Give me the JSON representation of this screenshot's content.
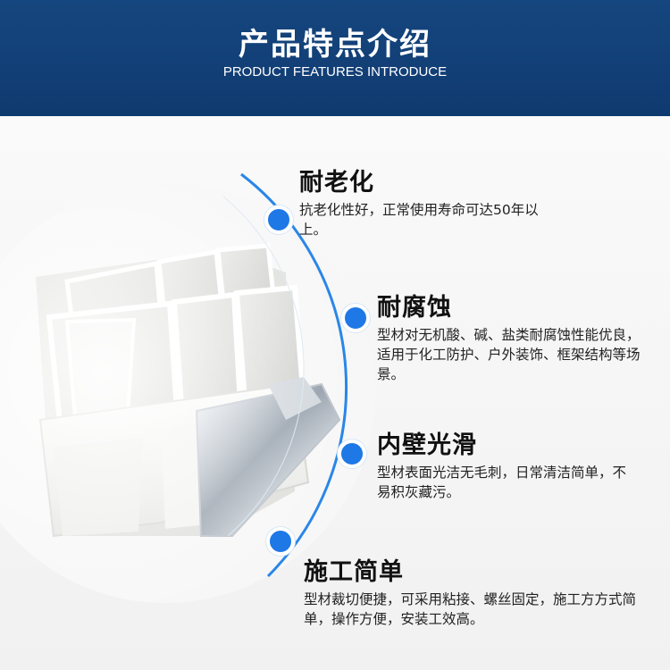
{
  "banner": {
    "title": "产品特点介绍",
    "subtitle": "PRODUCT FEATURES INTRODUCE"
  },
  "features": [
    {
      "title": "耐老化",
      "desc": "抗老化性好，正常使用寿命可达50年以上。"
    },
    {
      "title": "耐腐蚀",
      "desc": "型材对无机酸、碱、盐类耐腐蚀性能优良，适用于化工防护、户外装饰、框架结构等场景。"
    },
    {
      "title": "内壁光滑",
      "desc": "型材表面光洁无毛刺，日常清洁简单，不易积灰藏污。"
    },
    {
      "title": "施工简单",
      "desc": "型材裁切便捷，可采用粘接、螺丝固定，施工方方式简单，操作方便，安装工效高。"
    }
  ],
  "colors": {
    "banner": "#16467f",
    "accent": "#1e78e6",
    "arc": "#2a86e8"
  }
}
